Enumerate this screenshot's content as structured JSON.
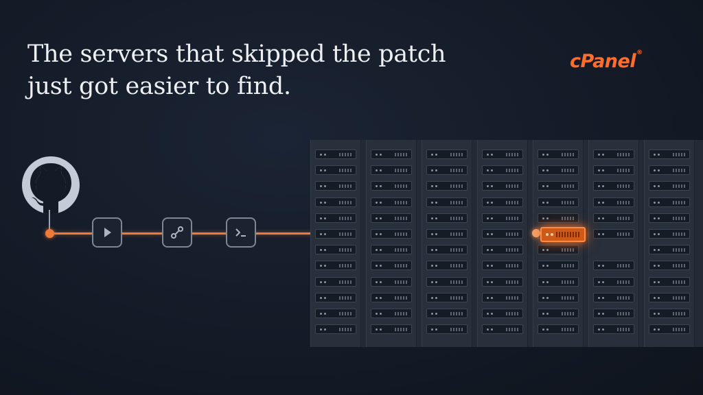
{
  "headline": {
    "line1": "The servers that skipped the patch",
    "line2": "just got easier to find."
  },
  "brand": {
    "name": "cPanel",
    "mark": "®",
    "color": "#ff6c2c"
  },
  "pipeline": {
    "source_icon": "github-octocat-icon",
    "steps": [
      "play-icon",
      "git-branch-icon",
      "terminal-prompt-icon"
    ],
    "accent_color": "#ee7a3a"
  },
  "server_wall": {
    "columns": 7,
    "rows": 12,
    "highlighted_column": 5,
    "highlighted_row": 6
  }
}
